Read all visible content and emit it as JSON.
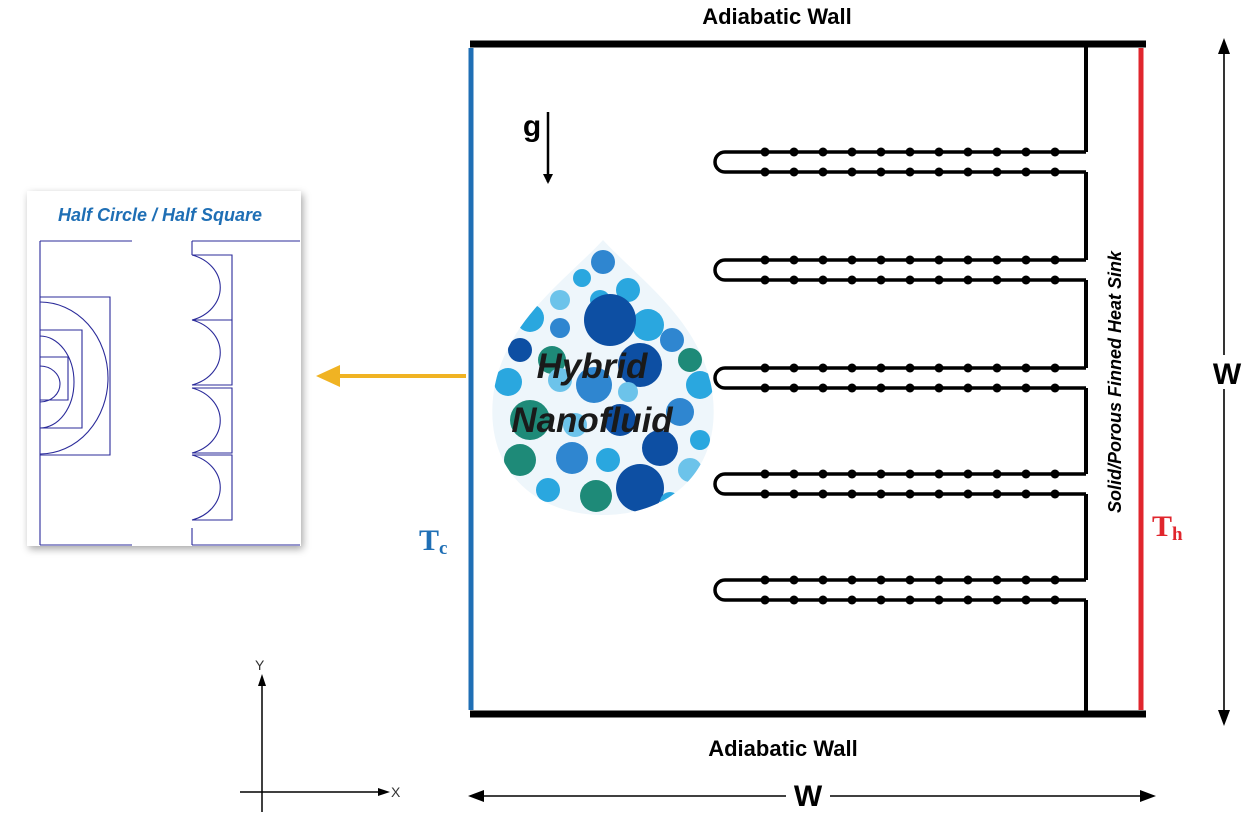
{
  "labels": {
    "top_wall": "Adiabatic Wall",
    "bottom_wall": "Adiabatic Wall",
    "gravity": "g",
    "width_vertical": "W",
    "width_horizontal": "W",
    "cold_wall": {
      "main": "T",
      "sub": "c"
    },
    "hot_wall": {
      "main": "T",
      "sub": "h"
    },
    "heat_sink": "Solid/Porous Finned Heat Sink",
    "nanofluid_line1": "Hybrid",
    "nanofluid_line2": "Nanofluid",
    "inset_title": "Half Circle / Half Square",
    "axis_y": "Y",
    "axis_x": "X"
  },
  "colors": {
    "cold": "#1f6fb5",
    "hot": "#e0262d",
    "wall": "#000000",
    "arrow_highlight": "#f0b323",
    "inset_title": "#1f6fb5",
    "inset_lines": "#2b2b9a",
    "droplet_palette": [
      "#0d4fa3",
      "#2f86d0",
      "#2aa7df",
      "#1e8a78",
      "#6cc3ea"
    ]
  },
  "fins": {
    "count": 5,
    "bumps_per_fin": 11
  }
}
